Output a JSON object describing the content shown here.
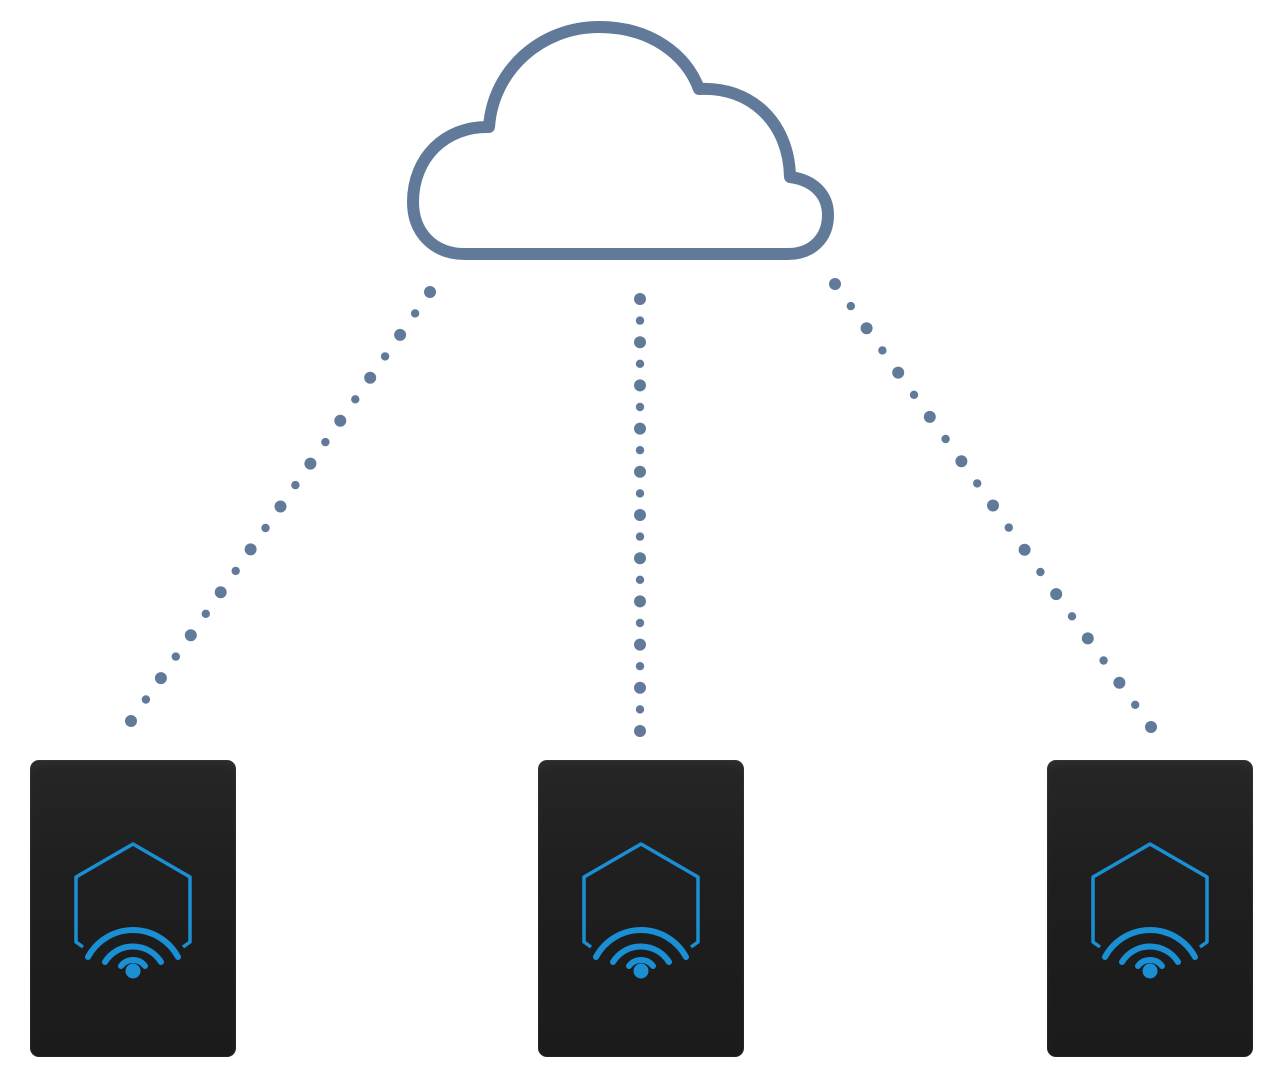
{
  "diagram": {
    "cloud": {
      "icon": "cloud-icon"
    },
    "devices": [
      {
        "icon": "hexagon-wireless-icon"
      },
      {
        "icon": "hexagon-wireless-icon"
      },
      {
        "icon": "hexagon-wireless-icon"
      }
    ],
    "connections": [
      {
        "from": "cloud",
        "to": "device-1",
        "style": "dotted"
      },
      {
        "from": "cloud",
        "to": "device-2",
        "style": "dotted"
      },
      {
        "from": "cloud",
        "to": "device-3",
        "style": "dotted"
      }
    ]
  },
  "colors": {
    "cloud_stroke": "#627a9a",
    "connector_dots": "#627a9a",
    "device_body": "#1e1e1e",
    "device_icon": "#1a8fd4",
    "background": "#ffffff"
  }
}
